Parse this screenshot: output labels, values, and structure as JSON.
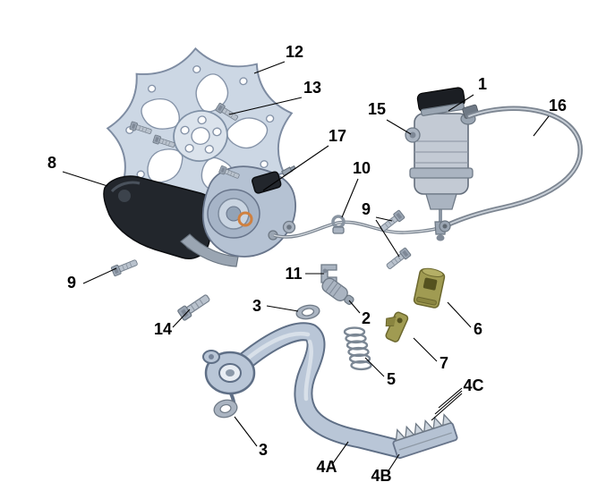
{
  "diagram": {
    "background": "#ffffff",
    "colors": {
      "label": "#000000",
      "metal-light": "#c9d4e2",
      "metal-mid": "#9fadc0",
      "black-part": "#22262c",
      "olive-part": "#a09b52",
      "seal-orange": "#d0803f"
    },
    "callouts": [
      {
        "ref": "12"
      },
      {
        "ref": "13"
      },
      {
        "ref": "1"
      },
      {
        "ref": "15"
      },
      {
        "ref": "16"
      },
      {
        "ref": "17"
      },
      {
        "ref": "10"
      },
      {
        "ref": "8"
      },
      {
        "ref": "9"
      },
      {
        "ref": "9"
      },
      {
        "ref": "11"
      },
      {
        "ref": "3"
      },
      {
        "ref": "2"
      },
      {
        "ref": "14"
      },
      {
        "ref": "5"
      },
      {
        "ref": "6"
      },
      {
        "ref": "7"
      },
      {
        "ref": "4C"
      },
      {
        "ref": "3"
      },
      {
        "ref": "4A"
      },
      {
        "ref": "4B"
      }
    ]
  }
}
